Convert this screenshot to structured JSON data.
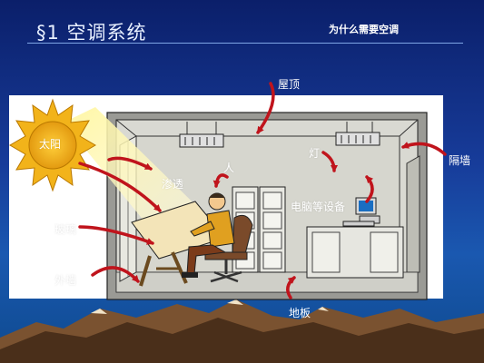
{
  "title": "§1  空调系统",
  "subtitle": "为什么需要空调",
  "labels": {
    "roof": "屋顶",
    "sun": "太阳",
    "light": "灯",
    "person": "人",
    "partition_wall": "隔墙",
    "infiltration": "渗透",
    "computer_equipment": "电脑等设备",
    "glass": "玻璃",
    "exterior_wall": "外墙",
    "floor": "地板"
  },
  "colors": {
    "background_top": "#0b1f6a",
    "background_bottom": "#1a58b0",
    "heat_arrow": "#c0141c",
    "sun": "#f2b31a",
    "room_wall": "#c8c8c0"
  },
  "icons": [
    "sun-icon",
    "ceiling-light-icon",
    "person-icon",
    "desk-icon",
    "chair-icon",
    "cabinet-icon",
    "computer-icon",
    "window-icon",
    "mountain-icon"
  ]
}
